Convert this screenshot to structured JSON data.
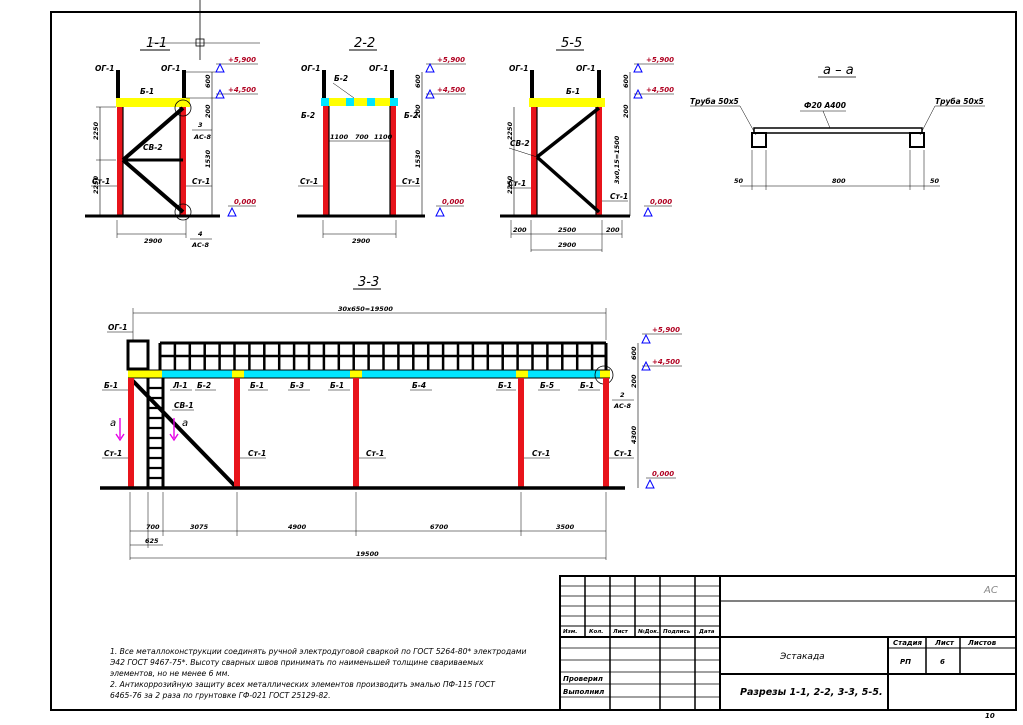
{
  "colors": {
    "column": "#e8141b",
    "beam": "#ffff00",
    "beam_alt": "#00e5ff",
    "level_mark": "#0000ff",
    "elevation_text": "#b00020",
    "annotation": "#e600e6"
  },
  "sections": {
    "s11": {
      "title": "1-1",
      "OG": "ОГ-1",
      "OG2": "ОГ-1",
      "B": "Б-1",
      "SV": "СВ-2",
      "St_l": "Ст-1",
      "St_r": "Ст-1",
      "node1_num": "3",
      "node1_ref": "АС-8",
      "node2_num": "4",
      "node2_ref": "АС-8",
      "d_h1": "2250",
      "d_h2": "2250",
      "d_r": "1530",
      "d_tp": "600",
      "d_b": "200",
      "d_w": "2900",
      "el_top": "+5,900",
      "el_mid": "+4,500",
      "el_0": "0,000"
    },
    "s22": {
      "title": "2-2",
      "OG": "ОГ-1",
      "OG2": "ОГ-1",
      "B2a": "Б-2",
      "B2b": "Б-2",
      "B2c": "Б-2",
      "St_l": "Ст-1",
      "St_r": "Ст-1",
      "d_a": "1100",
      "d_b2": "700",
      "d_c": "1100",
      "d_r": "1530",
      "d_tp": "600",
      "d_b": "200",
      "d_w": "2900",
      "el_top": "+5,900",
      "el_mid": "+4,500",
      "el_0": "0,000"
    },
    "s55": {
      "title": "5-5",
      "OG": "ОГ-1",
      "OG2": "ОГ-1",
      "B": "Б-1",
      "SV": "СВ-2",
      "St_l": "Ст-1",
      "St_r": "Ст-1",
      "d_h1": "2250",
      "d_h2": "2250",
      "d_r": "3х0,15=1500",
      "d_tp": "600",
      "d_b": "200",
      "d_a": "200",
      "d_m": "2500",
      "d_c": "200",
      "d_w": "2900",
      "el_top": "+5,900",
      "el_mid": "+4,500",
      "el_0": "0,000"
    },
    "saa": {
      "title": "а – а",
      "pipe_l": "Труба 50х5",
      "pipe_r": "Труба 50х5",
      "rebar": "Ф20 А400",
      "d_l": "50",
      "d_m": "800",
      "d_r": "50"
    },
    "s33": {
      "title": "3-3",
      "OG": "ОГ-1",
      "top_dim": "30х650=19500",
      "B1a": "Б-1",
      "L1": "Л-1",
      "B2": "Б-2",
      "B1b": "Б-1",
      "B3": "Б-3",
      "B1c": "Б-1",
      "B4": "Б-4",
      "B1d": "Б-1",
      "B5": "Б-5",
      "B1e": "Б-1",
      "SV": "СВ-1",
      "a_l": "а",
      "a_r": "а",
      "node_num": "2",
      "node_ref": "АС-8",
      "St1": "Ст-1",
      "St2": "Ст-1",
      "St3": "Ст-1",
      "St4": "Ст-1",
      "St5": "Ст-1",
      "el_top": "+5,900",
      "el_mid": "+4,500",
      "el_0": "0,000",
      "d_tp": "600",
      "d_b": "200",
      "d_h": "4300",
      "d1": "700",
      "d2": "3075",
      "d3": "4900",
      "d4": "6700",
      "d5": "3500",
      "d6": "625",
      "d_total": "19500"
    }
  },
  "notes": {
    "n1a": "1. Все металлоконструкции соединять ручной электродуговой сваркой по ГОСТ 5264-80* электродами",
    "n1b": "Э42 ГОСТ 9467-75*. Высоту сварных швов принимать по наименьшей толщине свариваемых",
    "n1c": "элементов, но не менее 6 мм.",
    "n2a": "2. Антикоррозийную защиту всех металлических элементов производить эмалью ПФ-115 ГОСТ",
    "n2b": "6465-76 за 2 раза по грунтовке ГФ-021 ГОСТ 25129-82."
  },
  "title_block": {
    "code": "АС",
    "cols": [
      "Изм.",
      "Кол.",
      "Лист",
      "№Док.",
      "Подпись",
      "Дата"
    ],
    "developed": "Проверил",
    "executed": "Выполнил",
    "object": "Эстакада",
    "stage_h": "Стадия",
    "sheet_h": "Лист",
    "sheets_h": "Листов",
    "stage": "РП",
    "sheet": "6",
    "sheets": "",
    "drawing": "Разрезы 1-1, 2-2, 3-3, 5-5.",
    "page_no": "10"
  }
}
